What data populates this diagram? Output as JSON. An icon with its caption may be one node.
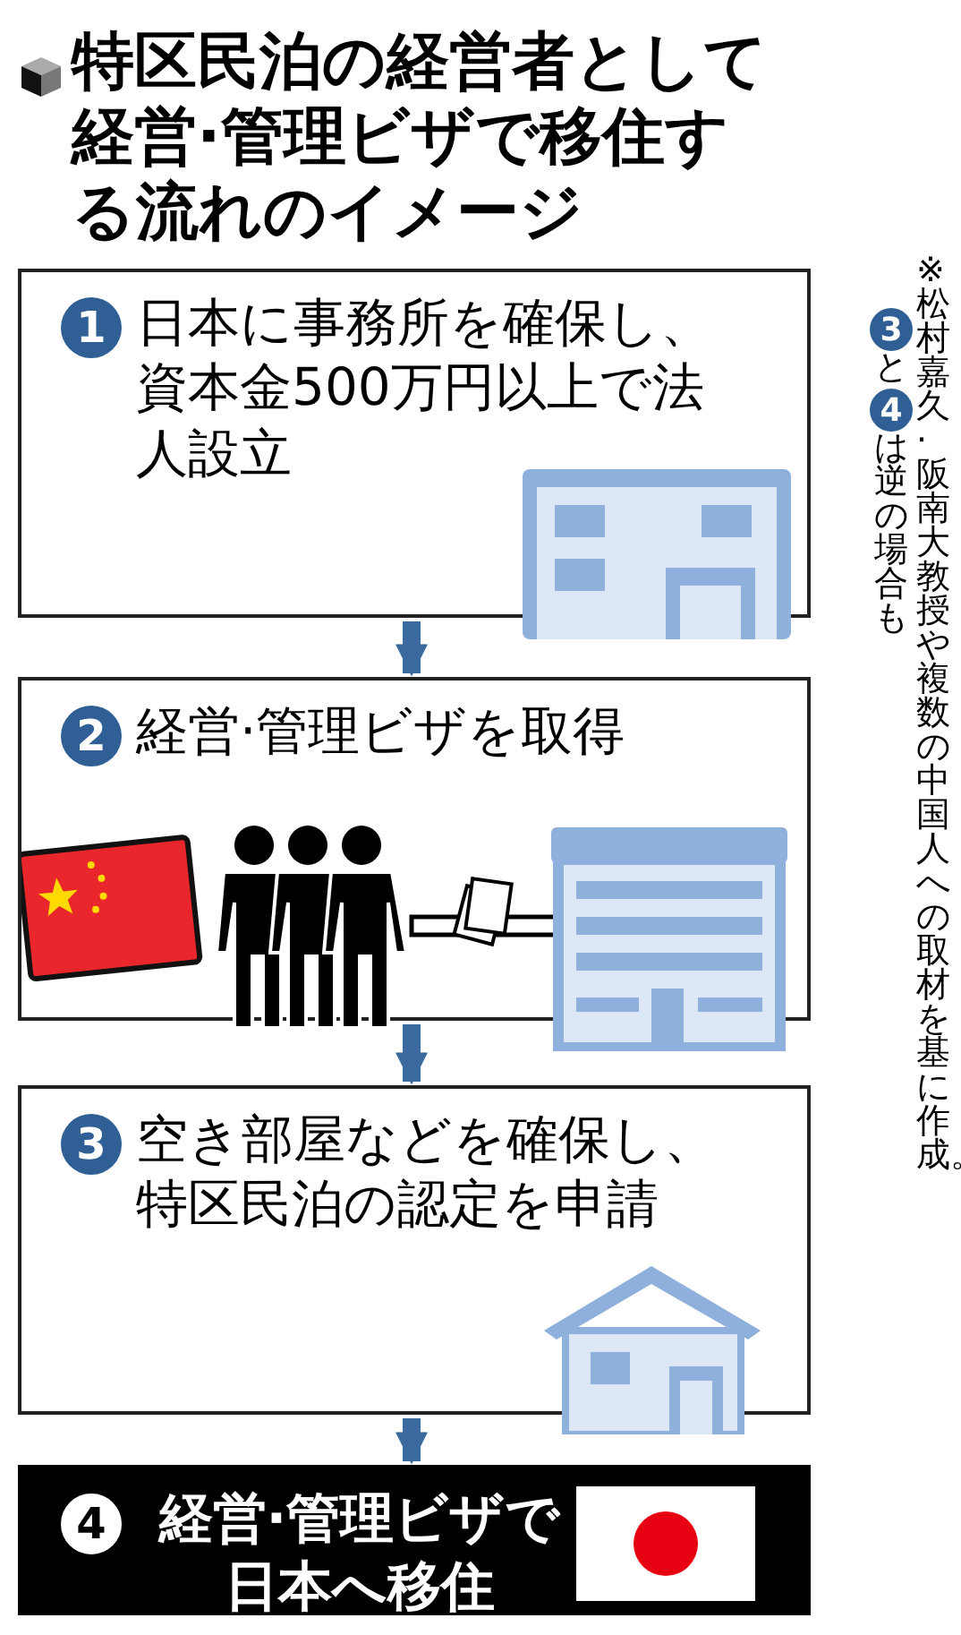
{
  "diagram": {
    "title": "特区民泊の経営者として経営·管理ビザで移住する流れのイメージ",
    "nodes": [
      {
        "text": [
          "1",
          "日本に事務所を確保し、資本金500万円以上で法人設立"
        ]
      },
      {
        "text": [
          "2",
          "経営·管理ビザを取得"
        ]
      },
      {
        "text": [
          "3",
          "空き部屋などを確保し、特区民泊の認定を申請"
        ]
      },
      {
        "text": [
          "4",
          "経営·管理ビザで日本へ移住"
        ]
      }
    ],
    "edges": [
      {
        "from": 0,
        "to": 1,
        "arrow": "to"
      },
      {
        "from": 1,
        "to": 2,
        "arrow": "to"
      },
      {
        "from": 2,
        "to": 3,
        "arrow": "to"
      }
    ],
    "labels": [
      "※松村嘉久·阪南大教授や複数の中国人への取材を基に作成。",
      "3",
      "と",
      "4",
      "は逆の場合も"
    ]
  }
}
